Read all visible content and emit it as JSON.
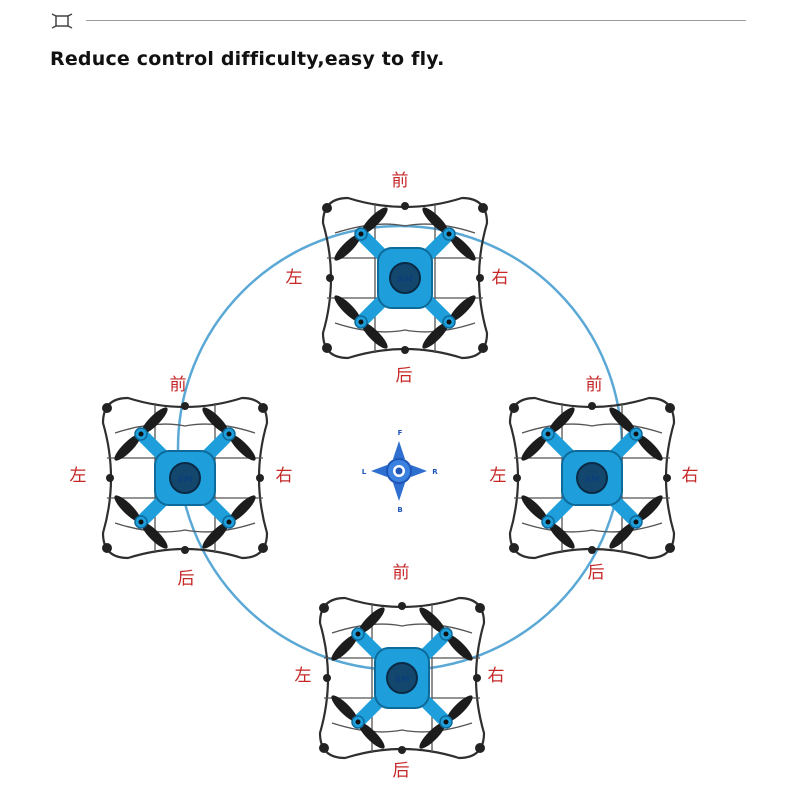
{
  "header": {
    "icon": "drone-frame-icon",
    "tagline": "Reduce control difficulty,easy to fly."
  },
  "compass": {
    "icon": "compass-icon",
    "forward": "F",
    "back": "B",
    "left": "L",
    "right": "R"
  },
  "drones": [
    {
      "id": "top",
      "front": "前",
      "back": "后",
      "left": "左",
      "right": "右",
      "badge": "SM"
    },
    {
      "id": "left",
      "front": "前",
      "back": "后",
      "left": "左",
      "right": "右",
      "badge": "SM"
    },
    {
      "id": "right",
      "front": "前",
      "back": "后",
      "left": "左",
      "right": "右",
      "badge": "SM"
    },
    {
      "id": "bottom",
      "front": "前",
      "back": "后",
      "left": "左",
      "right": "右",
      "badge": "SM"
    }
  ],
  "colors": {
    "drone_body": "#1e9fdc",
    "propeller": "#1a1a1a",
    "cage": "#333333",
    "circle_path": "#5aa8d6",
    "label_red": "#c62828",
    "compass_blue": "#1e56b8"
  }
}
